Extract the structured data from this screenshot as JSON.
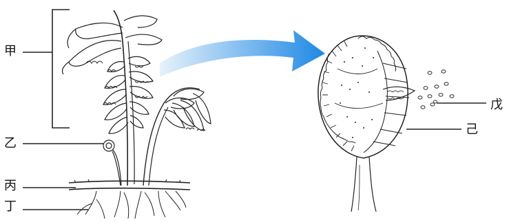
{
  "labels": {
    "jia": "甲",
    "yi": "乙",
    "bing": "丙",
    "ding": "丁",
    "wu": "戊",
    "ji": "己"
  },
  "colors": {
    "arrow_start": "#cfe6f7",
    "arrow_end": "#1e88e5",
    "ink": "#111111"
  }
}
